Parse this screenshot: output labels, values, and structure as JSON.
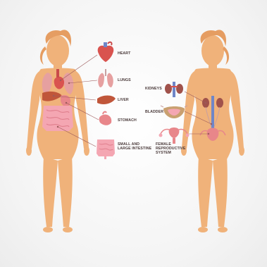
{
  "labels": {
    "heart": "HEART",
    "lungs": "LUNGS",
    "liver": "LIVER",
    "stomach": "STOMACH",
    "intestine": "SMALL AND\nLARGE INTESTINE",
    "kidneys": "KIDNEYS",
    "bladder": "BLADDER",
    "reproductive": "FEMALE\nREPRODUCTIVE\nSYSTEM"
  },
  "colors": {
    "skin": "#f0b27a",
    "organ_red": "#d9534f",
    "organ_pink": "#f4a6b2",
    "liver": "#c0563a",
    "kidney": "#a0524b",
    "line": "#9c5a5a"
  }
}
